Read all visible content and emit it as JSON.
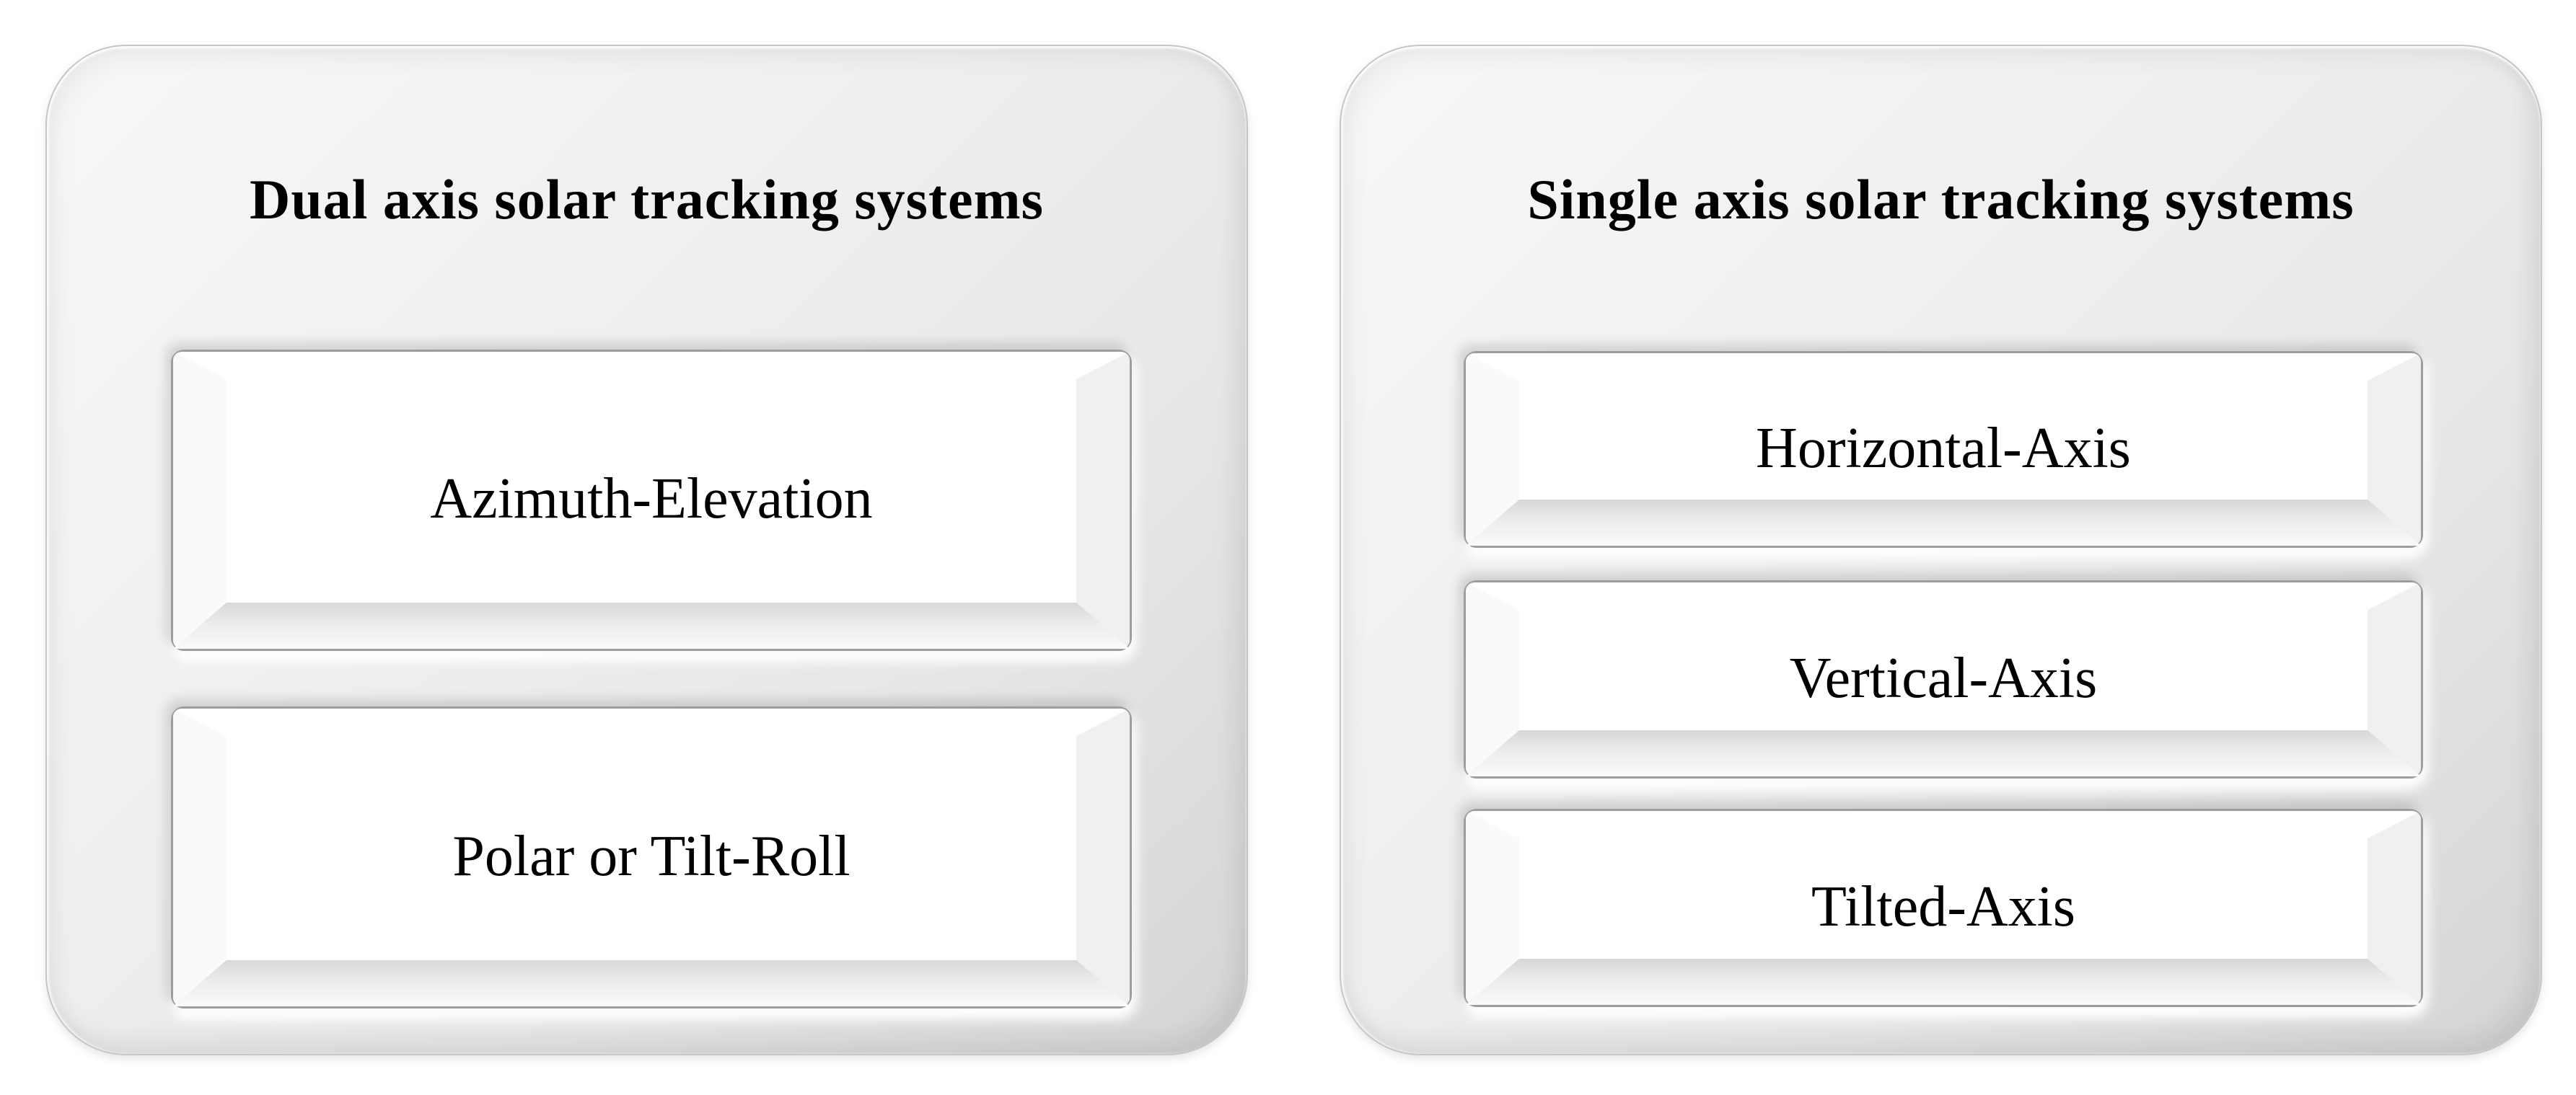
{
  "diagram": {
    "panels": [
      {
        "title": "Dual axis solar tracking systems",
        "items": [
          "Azimuth-Elevation",
          "Polar or Tilt-Roll"
        ]
      },
      {
        "title": "Single axis solar tracking systems",
        "items": [
          "Horizontal-Axis",
          "Vertical-Axis",
          "Tilted-Axis"
        ]
      }
    ],
    "colors": {
      "page_background": "#ffffff",
      "panel_gradient_light": "#f7f7f7",
      "panel_gradient_dark": "#d5d5d5",
      "panel_border": "#c6c6c6",
      "node_face": "#ffffff",
      "node_border": "#9d9d9d",
      "node_bevel_shadow": "#d7d7d7",
      "text": "#000000"
    }
  }
}
